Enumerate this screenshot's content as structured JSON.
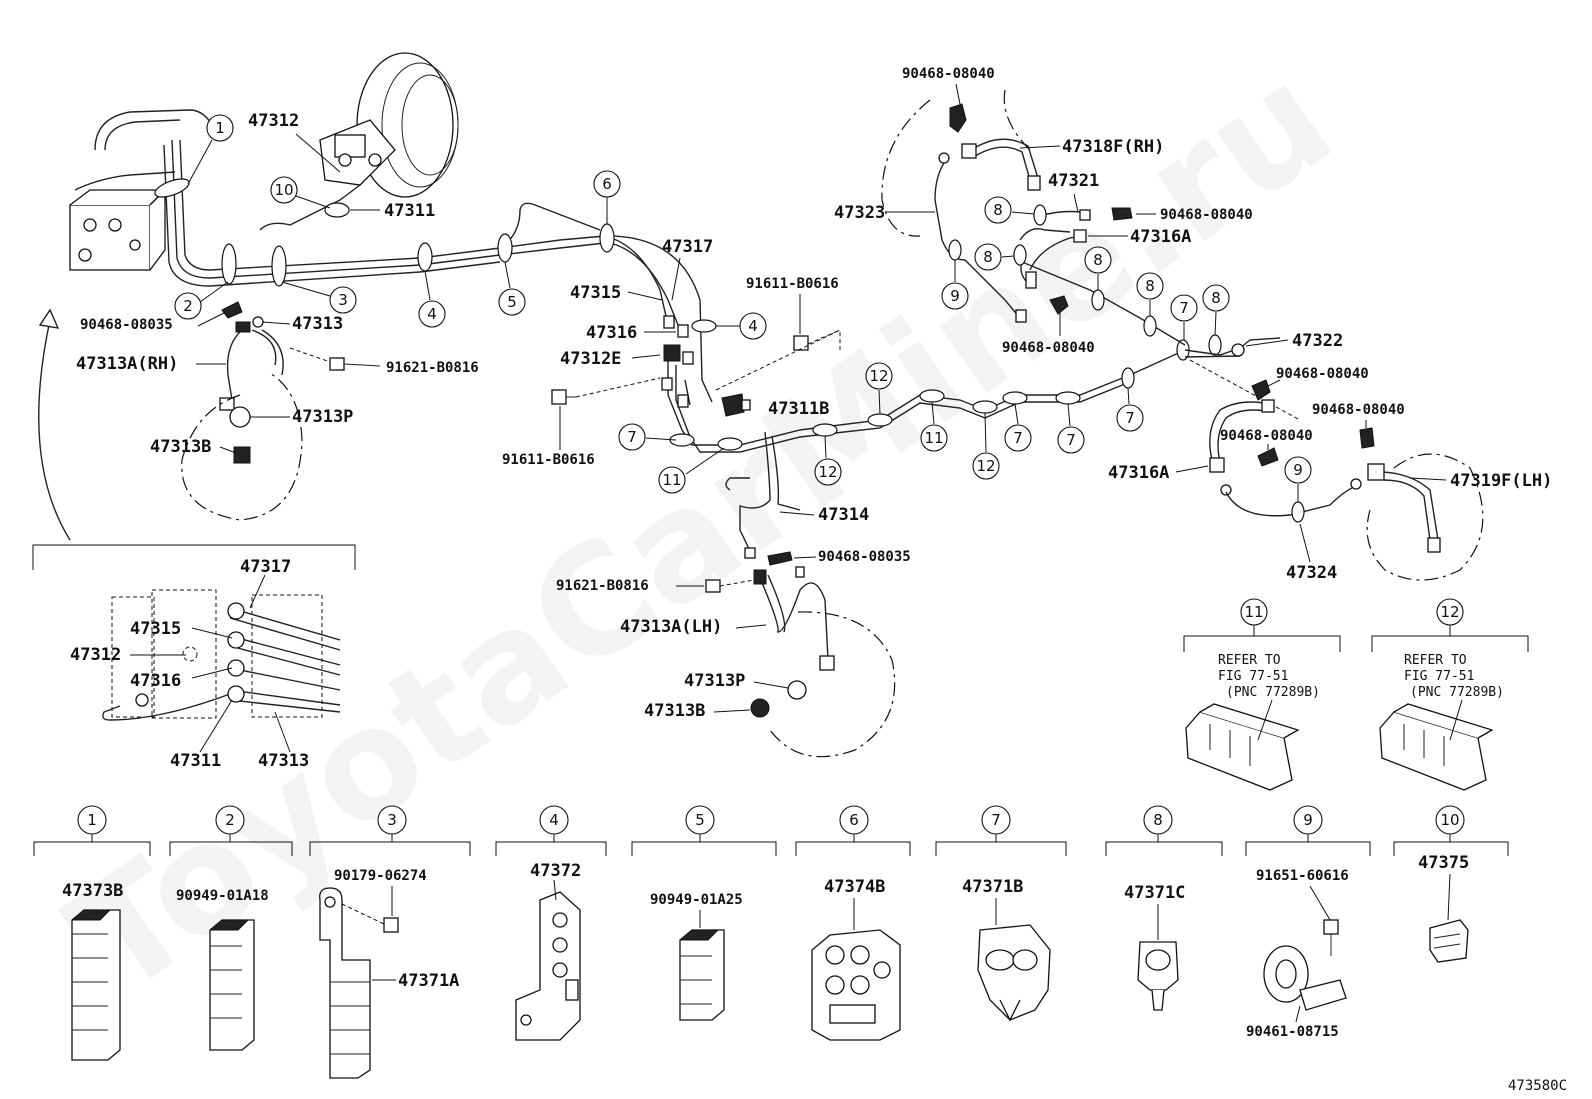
{
  "watermark": "ToyotaCarMine.ru",
  "figure_code": "473580C",
  "labels": {
    "p47312": "47312",
    "p47311": "47311",
    "p47313": "47313",
    "p90468_08035_a": "90468-08035",
    "p47313A_RH": "47313A(RH)",
    "p91621_B0816_a": "91621-B0816",
    "p47313P_a": "47313P",
    "p47313B_a": "47313B",
    "p47315": "47315",
    "p47316": "47316",
    "p47312E": "47312E",
    "p47317": "47317",
    "p91611_B0616_a": "91611-B0616",
    "p91611_B0616_b": "91611-B0616",
    "p47311B": "47311B",
    "p47314": "47314",
    "p90468_08035_b": "90468-08035",
    "p91621_B0816_b": "91621-B0816",
    "p47313A_LH": "47313A(LH)",
    "p47313P_b": "47313P",
    "p47313B_b": "47313B",
    "p90468_08040_a": "90468-08040",
    "p47318F_RH": "47318F(RH)",
    "p47321": "47321",
    "p47323": "47323",
    "p90468_08040_b": "90468-08040",
    "p47316A_a": "47316A",
    "p90468_08040_c": "90468-08040",
    "p47322": "47322",
    "p90468_08040_d": "90468-08040",
    "p90468_08040_e": "90468-08040",
    "p90468_08040_f": "90468-08040",
    "p47316A_b": "47316A",
    "p47319F_LH": "47319F(LH)",
    "p47324": "47324"
  },
  "inset": {
    "p47317": "47317",
    "p47315": "47315",
    "p47312": "47312",
    "p47316": "47316",
    "p47311": "47311",
    "p47313": "47313"
  },
  "refer_boxes": [
    {
      "num": "11",
      "line1": "REFER TO",
      "line2": "FIG 77-51",
      "line3": "(PNC 77289B)"
    },
    {
      "num": "12",
      "line1": "REFER TO",
      "line2": "FIG 77-51",
      "line3": "(PNC 77289B)"
    }
  ],
  "clamp_parts": [
    {
      "num": "1",
      "part": "47373B"
    },
    {
      "num": "2",
      "part": "90949-01A18"
    },
    {
      "num": "3",
      "part": "90179-06274",
      "part2": "47371A"
    },
    {
      "num": "4",
      "part": "47372"
    },
    {
      "num": "5",
      "part": "90949-01A25"
    },
    {
      "num": "6",
      "part": "47374B"
    },
    {
      "num": "7",
      "part": "47371B"
    },
    {
      "num": "8",
      "part": "47371C"
    },
    {
      "num": "9",
      "part": "91651-60616",
      "part2": "90461-08715"
    },
    {
      "num": "10",
      "part": "47375"
    }
  ],
  "callouts": {
    "c1": "1",
    "c2": "2",
    "c3": "3",
    "c4a": "4",
    "c4b": "4",
    "c5": "5",
    "c6": "6",
    "c7a": "7",
    "c7b": "7",
    "c7c": "7",
    "c7d": "7",
    "c7e": "7",
    "c8a": "8",
    "c8b": "8",
    "c8c": "8",
    "c8d": "8",
    "c8e": "8",
    "c9": "9",
    "c10": "10",
    "c11a": "11",
    "c11b": "11",
    "c12a": "12",
    "c12b": "12",
    "c12c": "12"
  }
}
